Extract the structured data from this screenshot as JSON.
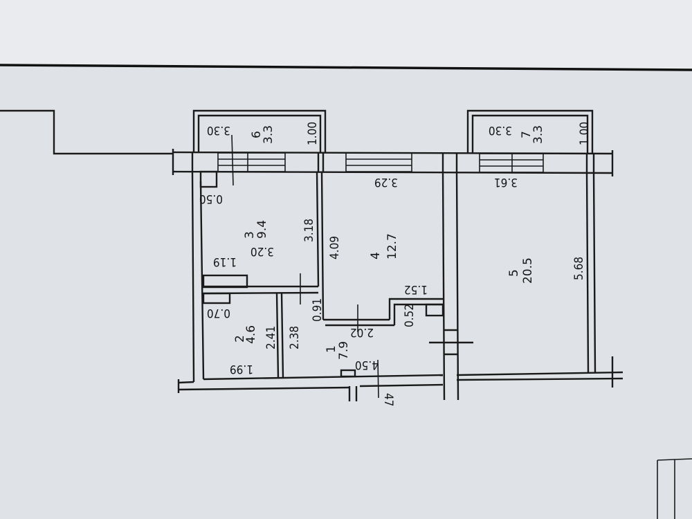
{
  "plan": {
    "rooms": [
      {
        "number": "1",
        "area": "7.9"
      },
      {
        "number": "2",
        "area": "4.6"
      },
      {
        "number": "3",
        "area": "9.4"
      },
      {
        "number": "4",
        "area": "12.7"
      },
      {
        "number": "5",
        "area": "20.5"
      },
      {
        "number": "6",
        "area": "3.3"
      },
      {
        "number": "7",
        "area": "3.3"
      }
    ],
    "dimensions": {
      "balcony6_length": "3.30",
      "balcony6_depth": "1.00",
      "balcony7_length": "3.30",
      "balcony7_depth": "1.00",
      "room3_niche": "0.50",
      "room3_width": "3.20",
      "room3_depth": "3.18",
      "room3_closet": "1.19",
      "room4_width": "3.29",
      "room4_depth": "4.09",
      "room4_step": "1.52",
      "room4_step_depth": "0.52",
      "room4_bottom": "2.02",
      "corridor_gap": "0.91",
      "room5_width": "3.61",
      "room5_depth": "5.68",
      "room2_niche": "0.70",
      "room2_depth_a": "2.41",
      "room2_depth_b": "2.38",
      "room2_width": "1.99",
      "room1_length": "4.50",
      "entry": "47"
    }
  }
}
